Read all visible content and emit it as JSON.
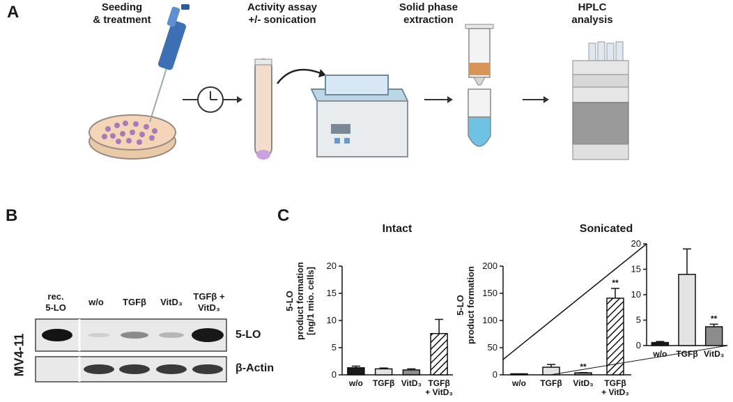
{
  "panelA": {
    "letter": "A",
    "steps": [
      {
        "label": "Seeding\n& treatment"
      },
      {
        "label": "Activity assay\n+/- sonication"
      },
      {
        "label": "Solid phase\nextraction"
      },
      {
        "label": "HPLC\nanalysis"
      }
    ]
  },
  "panelB": {
    "letter": "B",
    "cell_line": "MV4-11",
    "lanes": [
      "rec.\n5-LO",
      "w/o",
      "TGFβ",
      "VitD₃",
      "TGFβ +\nVitD₃"
    ],
    "rows": [
      "5-LO",
      "β-Actin"
    ]
  },
  "panelC": {
    "letter": "C",
    "ylabel_line1": "5-LO",
    "ylabel_line2": "product formation",
    "ylabel_line3": "[ng/1 mio. cells]"
  },
  "chart_data": [
    {
      "type": "bar",
      "title": "Intact",
      "categories": [
        "w/o",
        "TGFβ",
        "VitD₃",
        "TGFβ\n+ VitD₃"
      ],
      "values": [
        1.3,
        1.1,
        0.9,
        7.6
      ],
      "errors": [
        0.3,
        0.15,
        0.2,
        2.6
      ],
      "ylim": [
        0,
        20
      ],
      "yticks": [
        0,
        5,
        10,
        15,
        20
      ],
      "ylabel": "5-LO product formation [ng/1 mio. cells]"
    },
    {
      "type": "bar",
      "title": "Sonicated",
      "categories": [
        "w/o",
        "TGFβ",
        "VitD₃",
        "TGFβ\n+ VitD₃"
      ],
      "values": [
        0.6,
        14.0,
        3.7,
        141
      ],
      "errors": [
        0.2,
        5.0,
        0.5,
        18
      ],
      "significance": [
        "",
        "",
        "**",
        "**"
      ],
      "ylim": [
        0,
        200
      ],
      "yticks": [
        0,
        50,
        100,
        150,
        200
      ],
      "ylabel": "5-LO product formation [ng/1 mio. cells]"
    },
    {
      "type": "bar",
      "title": "",
      "categories": [
        "w/o",
        "TGFβ",
        "VitD₃"
      ],
      "values": [
        0.6,
        14.0,
        3.7
      ],
      "errors": [
        0.2,
        5.0,
        0.5
      ],
      "significance": [
        "",
        "",
        "**"
      ],
      "ylim": [
        0,
        20
      ],
      "yticks": [
        0,
        5,
        10,
        15,
        20
      ]
    }
  ]
}
